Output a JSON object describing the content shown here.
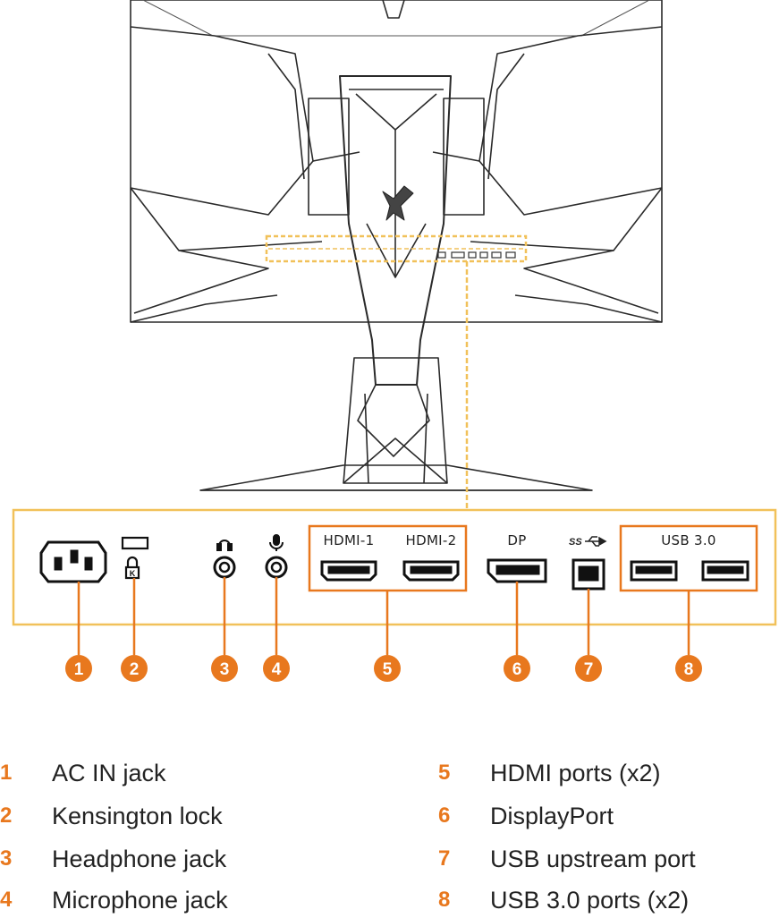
{
  "port_labels": {
    "hdmi1": "HDMI-1",
    "hdmi2": "HDMI-2",
    "dp": "DP",
    "usb30": "USB 3.0",
    "ss": "SS"
  },
  "badges": [
    "1",
    "2",
    "3",
    "4",
    "5",
    "6",
    "7",
    "8"
  ],
  "legend": [
    {
      "num": "1",
      "label": "AC IN jack"
    },
    {
      "num": "2",
      "label": "Kensington lock"
    },
    {
      "num": "3",
      "label": "Headphone jack"
    },
    {
      "num": "4",
      "label": "Microphone jack"
    },
    {
      "num": "5",
      "label": "HDMI ports (x2)"
    },
    {
      "num": "6",
      "label": "DisplayPort"
    },
    {
      "num": "7",
      "label": "USB upstream port"
    },
    {
      "num": "8",
      "label": "USB 3.0 ports (x2)"
    }
  ],
  "colors": {
    "accent_orange": "#e8781e",
    "highlight_yellow": "#f1c15a",
    "line_dark": "#222222"
  }
}
